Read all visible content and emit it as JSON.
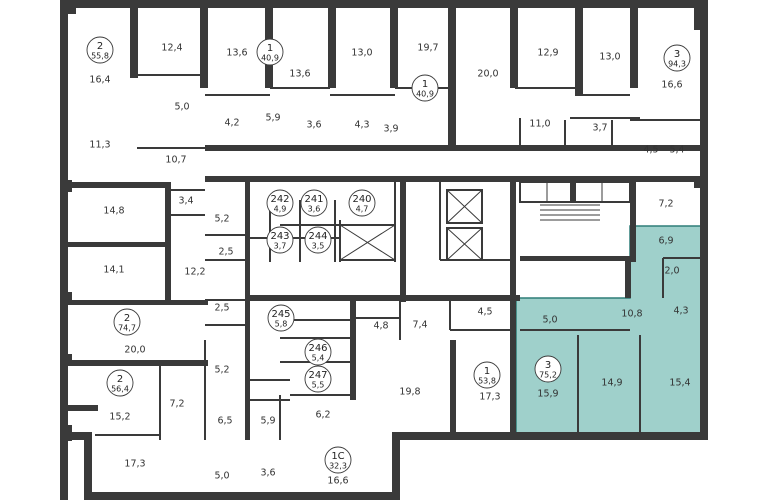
{
  "colors": {
    "wall": "#3a3a3a",
    "highlight": "#9fd0cb",
    "highlight_edge": "#2f7d78",
    "background": "#ffffff"
  },
  "apartments": [
    {
      "id": "apt-2-558",
      "number": "2",
      "area": "55,8"
    },
    {
      "id": "apt-1-409a",
      "number": "1",
      "area": "40,9"
    },
    {
      "id": "apt-1-409b",
      "number": "1",
      "area": "40,9"
    },
    {
      "id": "apt-3-943",
      "number": "3",
      "area": "94,3"
    },
    {
      "id": "apt-242",
      "number": "242",
      "area": "4,9"
    },
    {
      "id": "apt-241",
      "number": "241",
      "area": "3,6"
    },
    {
      "id": "apt-240",
      "number": "240",
      "area": "4,7"
    },
    {
      "id": "apt-243",
      "number": "243",
      "area": "3,7"
    },
    {
      "id": "apt-244",
      "number": "244",
      "area": "3,5"
    },
    {
      "id": "apt-2-747",
      "number": "2",
      "area": "74,7"
    },
    {
      "id": "apt-245",
      "number": "245",
      "area": "5,8"
    },
    {
      "id": "apt-246",
      "number": "246",
      "area": "5,4"
    },
    {
      "id": "apt-247",
      "number": "247",
      "area": "5,5"
    },
    {
      "id": "apt-1-538",
      "number": "1",
      "area": "53,8"
    },
    {
      "id": "apt-3-752",
      "number": "3",
      "area": "75,2"
    },
    {
      "id": "apt-2-564",
      "number": "2",
      "area": "56,4"
    },
    {
      "id": "apt-1c-323",
      "number": "1С",
      "area": "32,3"
    }
  ],
  "rooms": [
    "16,4",
    "12,4",
    "13,6",
    "13,6",
    "13,0",
    "19,7",
    "20,0",
    "12,9",
    "13,0",
    "16,6",
    "5,0",
    "4,2",
    "5,9",
    "3,6",
    "4,3",
    "3,9",
    "11,0",
    "3,7",
    "4,5",
    "5,4",
    "11,3",
    "10,7",
    "14,8",
    "3,4",
    "5,2",
    "2,5",
    "7,2",
    "6,9",
    "2,0",
    "14,1",
    "12,2",
    "2,5",
    "4,8",
    "4,5",
    "5,0",
    "10,8",
    "4,3",
    "20,0",
    "7,4",
    "15,9",
    "5,2",
    "19,8",
    "17,3",
    "14,9",
    "15,4",
    "15,2",
    "7,2",
    "6,5",
    "5,9",
    "6,2",
    "17,3",
    "5,0",
    "3,6",
    "16,6"
  ]
}
